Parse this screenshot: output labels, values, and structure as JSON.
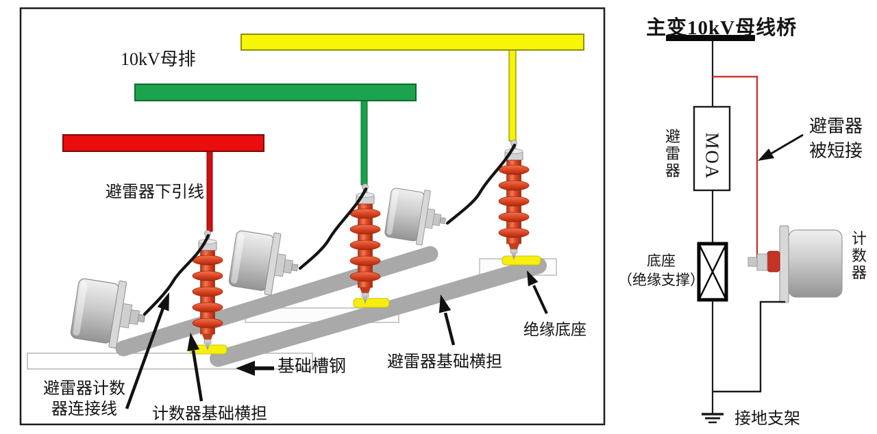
{
  "left_panel": {
    "labels": {
      "busbar": "10kV母排",
      "down_lead": "避雷器下引线",
      "counter_wire_line1": "避雷器计数",
      "counter_wire_line2": "器连接线",
      "counter_crossarm": "计数器基础横担",
      "channel_steel": "基础槽钢",
      "arrester_crossarm": "避雷器基础横担",
      "insulating_base": "绝缘底座"
    }
  },
  "right_panel": {
    "title": "主变10kV母线桥",
    "arrester_vertical": "避雷器",
    "moa": "MOA",
    "shorted_line1": "避雷器",
    "shorted_line2": "被短接",
    "base_line1": "底座",
    "base_line2": "（绝缘支撑）",
    "counter_vertical": "计数器",
    "ground": "接地支架"
  },
  "colors": {
    "busbar_red": "#ea0d0d",
    "busbar_green": "#1ba34d",
    "busbar_yellow": "#f6f606",
    "stem_red": "#cf0f0f",
    "stem_green": "#18a04b",
    "stem_yellow": "#f4f405",
    "arrester_body": "#e14a28",
    "base_yellow": "#f6ef0e",
    "rail_gray": "#a9a9a9",
    "short_link_red": "#cc3333",
    "wire_black": "#141414"
  }
}
